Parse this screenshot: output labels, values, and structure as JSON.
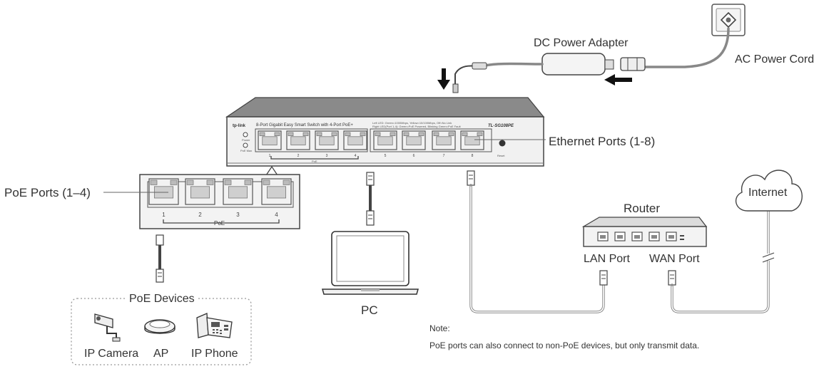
{
  "labels": {
    "dc_power_adapter": "DC Power Adapter",
    "ac_power_cord": "AC Power Cord",
    "ethernet_ports": "Ethernet Ports (1-8)",
    "poe_ports": "PoE Ports (1–4)",
    "router": "Router",
    "internet": "Internet",
    "lan_port": "LAN Port",
    "wan_port": "WAN Port",
    "pc": "PC",
    "poe_devices": "PoE Devices",
    "ip_camera": "IP Camera",
    "ap": "AP",
    "ip_phone": "IP Phone"
  },
  "switch": {
    "brand": "tp-link",
    "description": "8-Port Gigabit Easy Smart Switch with 4-Port PoE+",
    "model": "TL-SG108PE",
    "power_led": "Power",
    "poe_max_led": "PoE Max",
    "reset": "Reset",
    "port_numbers": [
      "1",
      "2",
      "3",
      "4",
      "5",
      "6",
      "7",
      "8"
    ],
    "poe_group": "PoE",
    "led_legend_1": "Left LED: Green=1000Mbps, Yellow=10/100Mbps, Off=No Link",
    "led_legend_2": "Right LED(Port 1-4): Green=PoE Powered, Blinking Green=PoE Fault"
  },
  "poe_zoom": {
    "port_numbers": [
      "1",
      "2",
      "3",
      "4"
    ],
    "group_label": "PoE"
  },
  "note": {
    "title": "Note:",
    "text": "PoE ports can also connect to non-PoE devices, but only transmit data."
  }
}
